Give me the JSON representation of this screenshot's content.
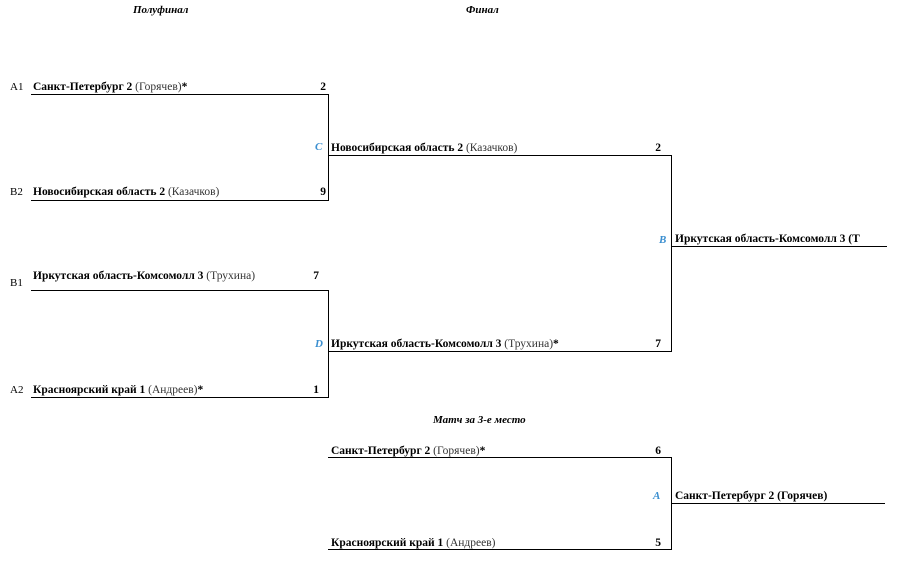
{
  "headers": {
    "semifinal": "Полуфинал",
    "final": "Финал",
    "third_place": "Матч за 3-е место"
  },
  "semifinal_1": {
    "top": {
      "seed": "A1",
      "team": "Санкт-Петербург 2",
      "player": " (Горячев)",
      "star": "*",
      "score": "2"
    },
    "bottom": {
      "seed": "B2",
      "team": "Новосибирская область 2",
      "player": " (Казачков)",
      "star": "",
      "score": "9"
    },
    "match_id": "C"
  },
  "semifinal_2": {
    "top": {
      "seed": "B1",
      "team": "Иркутская область-Комсомолл 3",
      "player": " (Трухина)",
      "star": "",
      "score": "7"
    },
    "bottom": {
      "seed": "A2",
      "team": "Красноярский край 1",
      "player": " (Андреев)",
      "star": "*",
      "score": "1"
    },
    "match_id": "D"
  },
  "final": {
    "top": {
      "team": "Новосибирская область 2",
      "player": " (Казачков)",
      "star": "",
      "score": "2"
    },
    "bottom": {
      "team": "Иркутская область-Комсомолл 3",
      "player": " (Трухина)",
      "star": "*",
      "score": "7"
    },
    "match_id": "B",
    "winner": "Иркутская область-Комсомолл 3 (Т"
  },
  "third_place": {
    "top": {
      "team": "Санкт-Петербург 2",
      "player": " (Горячев)",
      "star": "*",
      "score": "6"
    },
    "bottom": {
      "team": "Красноярский край 1",
      "player": " (Андреев)",
      "star": "",
      "score": "5"
    },
    "match_id": "A",
    "winner": "Санкт-Петербург 2 (Горячев)"
  }
}
